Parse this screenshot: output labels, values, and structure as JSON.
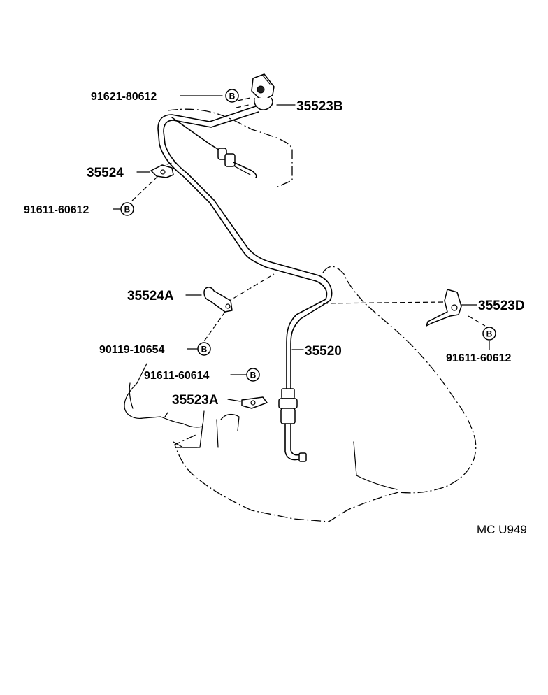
{
  "diagram_ref": "MC U949",
  "parts": {
    "p35523B": "35523B",
    "p35524": "35524",
    "p35524A": "35524A",
    "p35523D": "35523D",
    "p35520": "35520",
    "p35523A": "35523A"
  },
  "fasteners": {
    "f1": "91621-80612",
    "f2": "91611-60612",
    "f3": "90119-10654",
    "f4": "91611-60614",
    "f5": "91611-60612"
  },
  "badge_letter": "B"
}
